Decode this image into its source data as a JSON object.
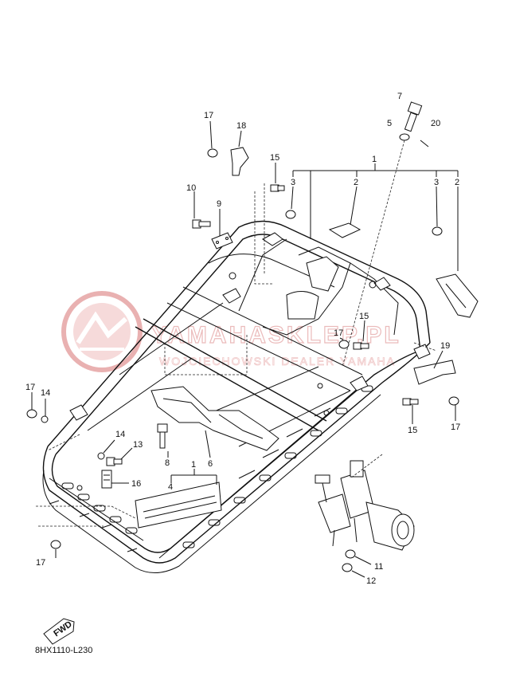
{
  "diagram": {
    "diagram_code": "8HX1110-L230",
    "fwd_label": "FWD",
    "watermark": {
      "line1": "YAMAHASKLEP.PL",
      "line2": "WOJCIECHOWSKI DEALER YAMAHA"
    },
    "callouts": [
      {
        "id": "c1_top",
        "text": "1"
      },
      {
        "id": "c2_a",
        "text": "2"
      },
      {
        "id": "c2_b",
        "text": "2"
      },
      {
        "id": "c3_a",
        "text": "3"
      },
      {
        "id": "c3_b",
        "text": "3"
      },
      {
        "id": "c5",
        "text": "5"
      },
      {
        "id": "c7",
        "text": "7"
      },
      {
        "id": "c20",
        "text": "20"
      },
      {
        "id": "c17_top",
        "text": "17"
      },
      {
        "id": "c18",
        "text": "18"
      },
      {
        "id": "c15_top",
        "text": "15"
      },
      {
        "id": "c10",
        "text": "10"
      },
      {
        "id": "c9",
        "text": "9"
      },
      {
        "id": "c17_mid",
        "text": "17"
      },
      {
        "id": "c15_mid",
        "text": "15"
      },
      {
        "id": "c19",
        "text": "19"
      },
      {
        "id": "c17_right",
        "text": "17"
      },
      {
        "id": "c15_low",
        "text": "15"
      },
      {
        "id": "c17_left",
        "text": "17"
      },
      {
        "id": "c14_a",
        "text": "14"
      },
      {
        "id": "c14_b",
        "text": "14"
      },
      {
        "id": "c13",
        "text": "13"
      },
      {
        "id": "c16",
        "text": "16"
      },
      {
        "id": "c8",
        "text": "8"
      },
      {
        "id": "c6",
        "text": "6"
      },
      {
        "id": "c1_low",
        "text": "1"
      },
      {
        "id": "c4",
        "text": "4"
      },
      {
        "id": "c17_bottom",
        "text": "17"
      },
      {
        "id": "c11",
        "text": "11"
      },
      {
        "id": "c12",
        "text": "12"
      }
    ]
  }
}
